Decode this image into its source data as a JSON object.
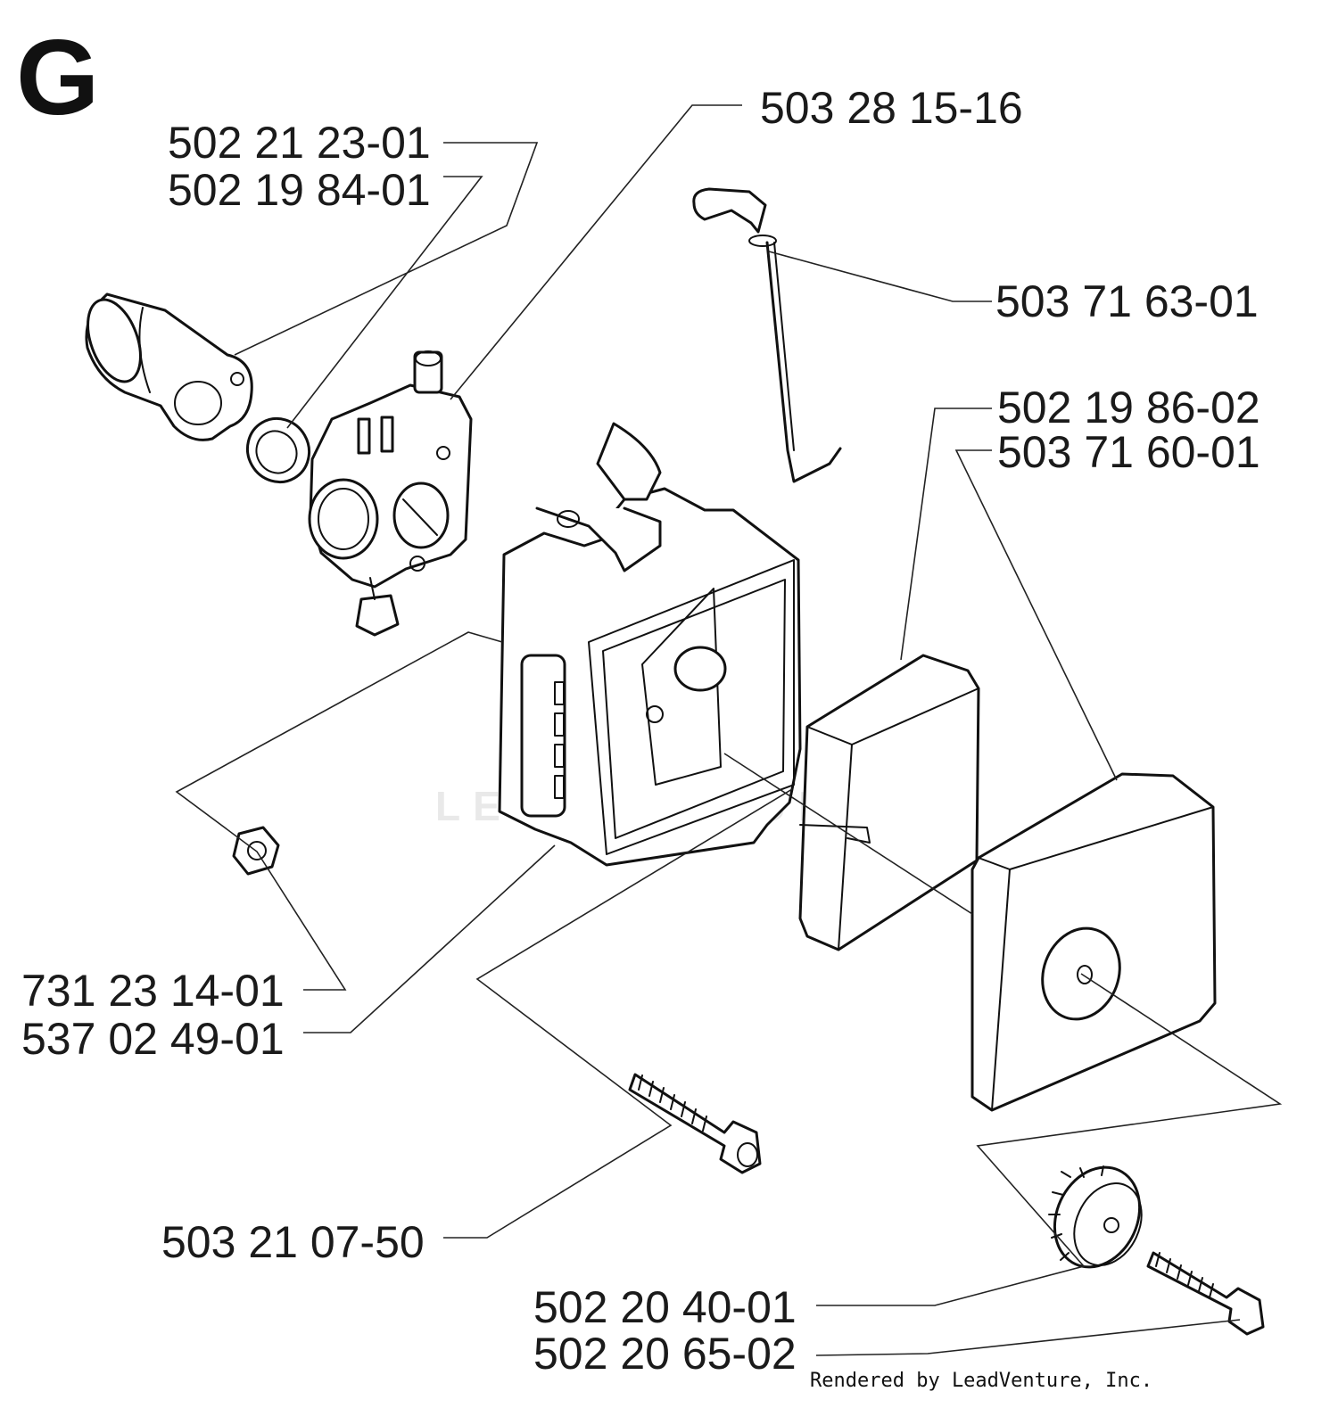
{
  "section_letter": "G",
  "credit": "Rendered by LeadVenture, Inc.",
  "watermark": "LEADVENTURE",
  "part_numbers": {
    "intake_adapter": "502 21 23-01",
    "intake_seal_ring": "502 19 84-01",
    "carburetor": "503 28 15-16",
    "choke_rod": "503 71 63-01",
    "air_filter": "502 19 86-02",
    "filter_cover": "503 71 60-01",
    "nut": "731 23 14-01",
    "filter_housing": "537 02 49-01",
    "housing_screw": "503 21 07-50",
    "cover_knob": "502 20 40-01",
    "knob_screw": "502 20 65-02"
  }
}
